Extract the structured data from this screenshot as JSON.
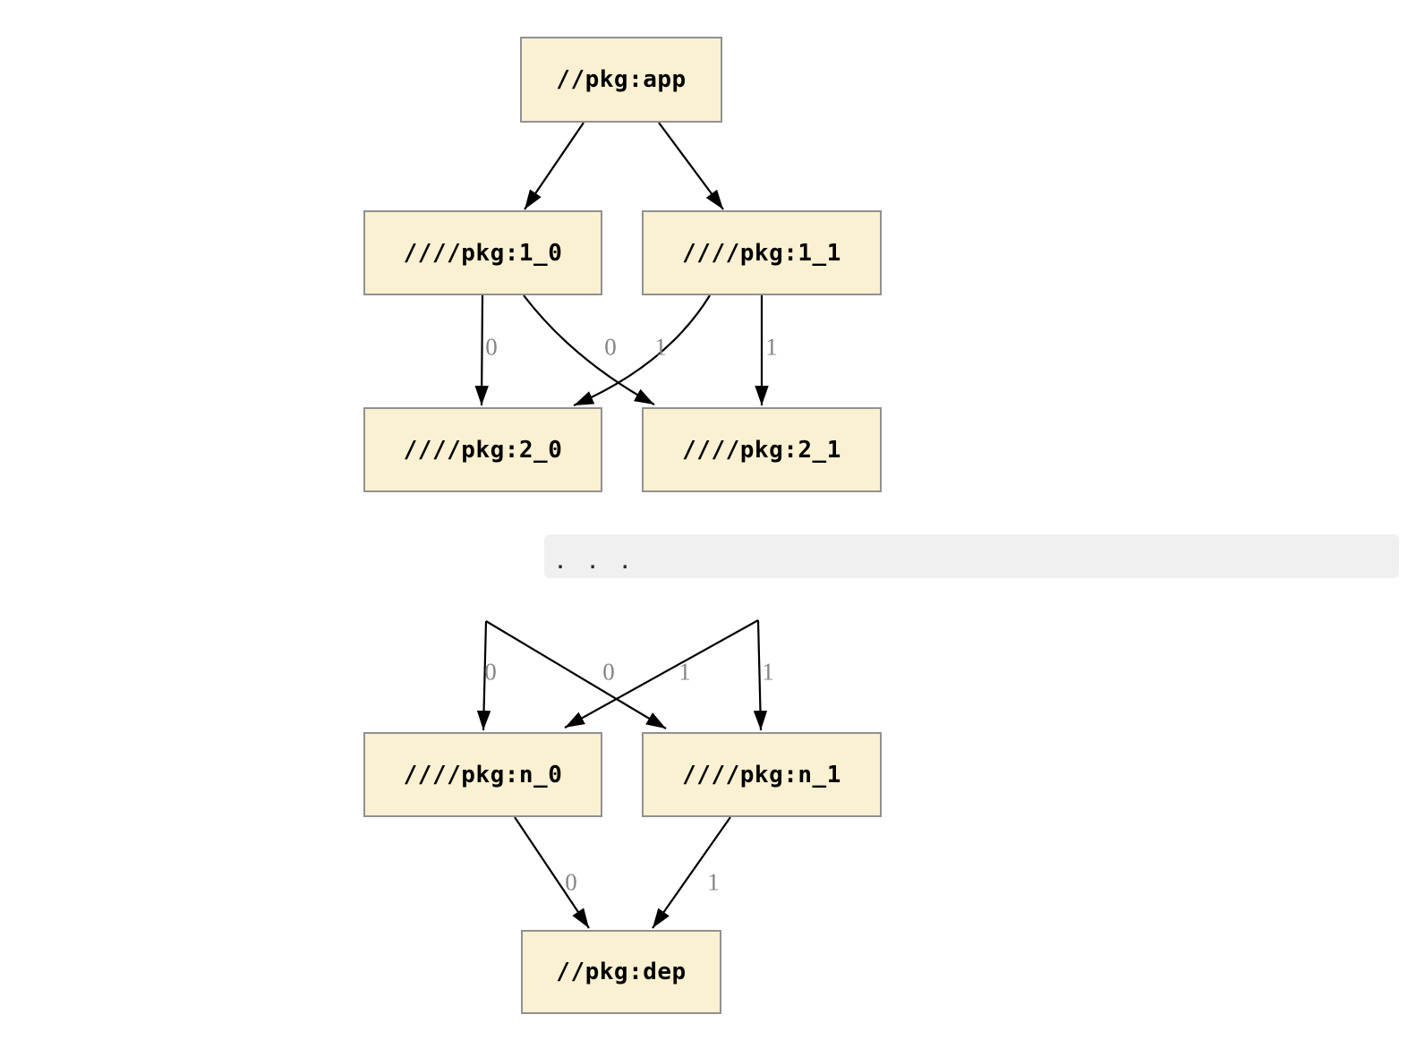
{
  "styles": {
    "page_bg": "#ffffff",
    "node_fill": "#faf0d2",
    "node_border": "#919191",
    "node_text_color": "#000000",
    "edge_color": "#000000",
    "edge_label_color": "#848484",
    "code_block_bg": "#f0f0f0",
    "code_text_color": "#2b2b2b"
  },
  "upper_diagram": {
    "nodes": [
      {
        "id": "app",
        "label": "//pkg:app"
      },
      {
        "id": "1_0",
        "label": "////pkg:1_0"
      },
      {
        "id": "1_1",
        "label": "////pkg:1_1"
      },
      {
        "id": "2_0",
        "label": "////pkg:2_0"
      },
      {
        "id": "2_1",
        "label": "////pkg:2_1"
      }
    ],
    "edges": [
      {
        "from": "app",
        "to": "1_0",
        "label": ""
      },
      {
        "from": "app",
        "to": "1_1",
        "label": ""
      },
      {
        "from": "1_0",
        "to": "2_0",
        "label": "0"
      },
      {
        "from": "1_0",
        "to": "2_1",
        "label": "0"
      },
      {
        "from": "1_1",
        "to": "2_0",
        "label": "1"
      },
      {
        "from": "1_1",
        "to": "2_1",
        "label": "1"
      }
    ]
  },
  "separator": {
    "code_text": ".  .  ."
  },
  "lower_diagram": {
    "nodes": [
      {
        "id": "n_0",
        "label": "////pkg:n_0"
      },
      {
        "id": "n_1",
        "label": "////pkg:n_1"
      },
      {
        "id": "dep",
        "label": "//pkg:dep"
      }
    ],
    "edges": [
      {
        "to": "n_0",
        "label": "0"
      },
      {
        "to": "n_1",
        "label": "0"
      },
      {
        "to": "n_0",
        "label": "1"
      },
      {
        "to": "n_1",
        "label": "1"
      },
      {
        "from": "n_0",
        "to": "dep",
        "label": "0"
      },
      {
        "from": "n_1",
        "to": "dep",
        "label": "1"
      }
    ]
  }
}
